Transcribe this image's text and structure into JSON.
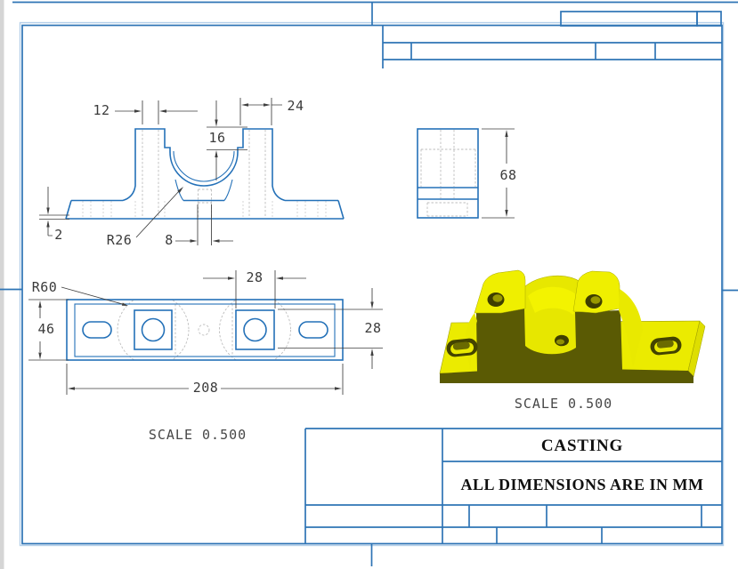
{
  "sheet": {
    "border_color": "#2e74b5",
    "part_line_color": "#2471b8",
    "dimension_color": "#3a3a3a",
    "hidden_line_color": "#bdbdbd",
    "iso_body_color": "#ebeb00",
    "iso_shade_color": "#5a5a04"
  },
  "title_block": {
    "title": "CASTING",
    "note": "ALL DIMENSIONS ARE IN MM"
  },
  "views": {
    "front_view": {
      "dim_wall": "12",
      "dim_boss_width": "24",
      "dim_seat_depth": "16",
      "dim_pad": "2",
      "dim_bore_radius": "R26",
      "dim_hole": "8"
    },
    "top_view": {
      "dim_boss": "28",
      "dim_boss_side": "28",
      "dim_width": "46",
      "dim_length": "208",
      "dim_radius": "R60",
      "scale_label": "SCALE 0.500"
    },
    "side_view": {
      "dim_height": "68"
    },
    "iso_view": {
      "scale_label": "SCALE 0.500"
    }
  }
}
